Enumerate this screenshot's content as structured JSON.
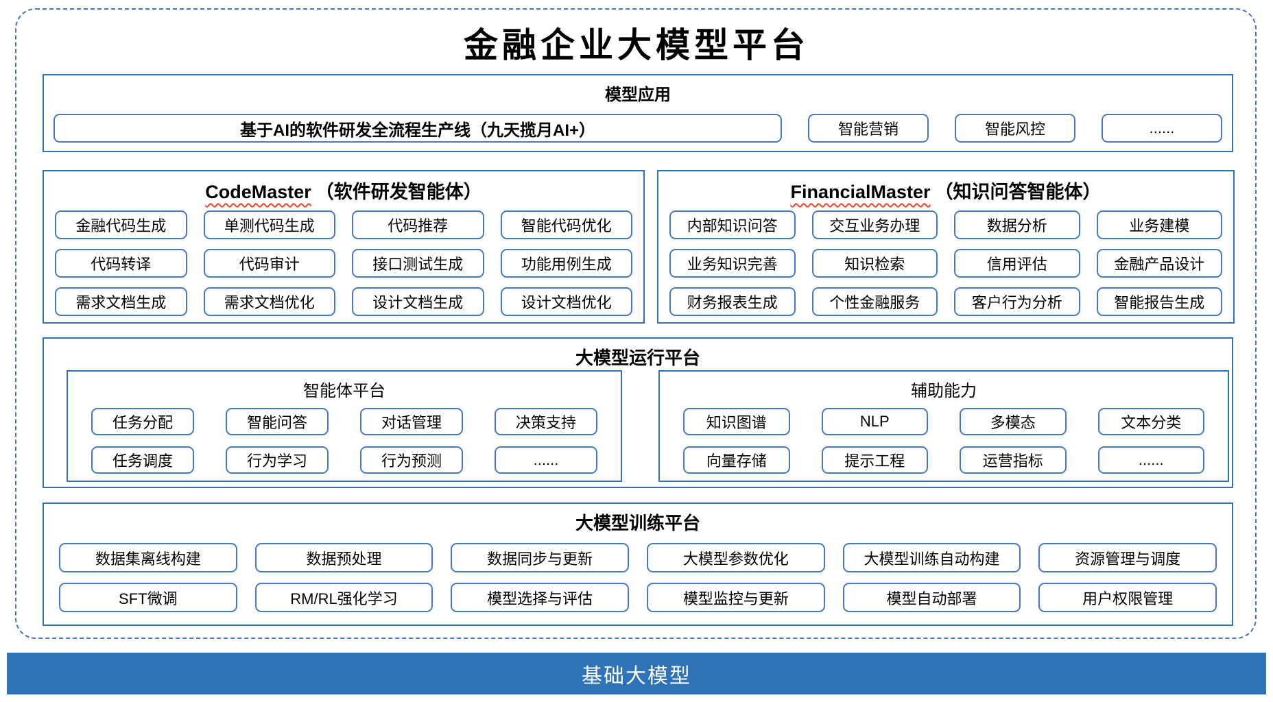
{
  "title": "金融企业大模型平台",
  "sections": {
    "model_app": {
      "header": "模型应用",
      "pipeline": "基于AI的软件研发全流程生产线（九天揽月AI+）",
      "items": [
        "智能营销",
        "智能风控",
        "......"
      ]
    },
    "code_master": {
      "name": "CodeMaster",
      "subtitle": "（软件研发智能体）",
      "items": [
        "金融代码生成",
        "单测代码生成",
        "代码推荐",
        "智能代码优化",
        "代码转译",
        "代码审计",
        "接口测试生成",
        "功能用例生成",
        "需求文档生成",
        "需求文档优化",
        "设计文档生成",
        "设计文档优化"
      ]
    },
    "financial_master": {
      "name": "FinancialMaster",
      "subtitle": "（知识问答智能体）",
      "items": [
        "内部知识问答",
        "交互业务办理",
        "数据分析",
        "业务建模",
        "业务知识完善",
        "知识检索",
        "信用评估",
        "金融产品设计",
        "财务报表生成",
        "个性金融服务",
        "客户行为分析",
        "智能报告生成"
      ]
    },
    "runtime": {
      "header": "大模型运行平台",
      "agent_platform": {
        "header": "智能体平台",
        "items": [
          "任务分配",
          "智能问答",
          "对话管理",
          "决策支持",
          "任务调度",
          "行为学习",
          "行为预测",
          "......"
        ]
      },
      "aux_capability": {
        "header": "辅助能力",
        "items": [
          "知识图谱",
          "NLP",
          "多模态",
          "文本分类",
          "向量存储",
          "提示工程",
          "运营指标",
          "......"
        ]
      }
    },
    "training": {
      "header": "大模型训练平台",
      "items": [
        "数据集离线构建",
        "数据预处理",
        "数据同步与更新",
        "大模型参数优化",
        "大模型训练自动构建",
        "资源管理与调度",
        "SFT微调",
        "RM/RL强化学习",
        "模型选择与评估",
        "模型监控与更新",
        "模型自动部署",
        "用户权限管理"
      ]
    },
    "foundation": {
      "label": "基础大模型"
    }
  },
  "colors": {
    "section_border": "#2E74B5",
    "pill_border": "#4579C8",
    "dashed_border": "#4472C4",
    "foundation_bar": "#2E72B8",
    "squiggle_red": "#E8442E",
    "text": "#000000",
    "foundation_text": "#FFFFFF"
  }
}
